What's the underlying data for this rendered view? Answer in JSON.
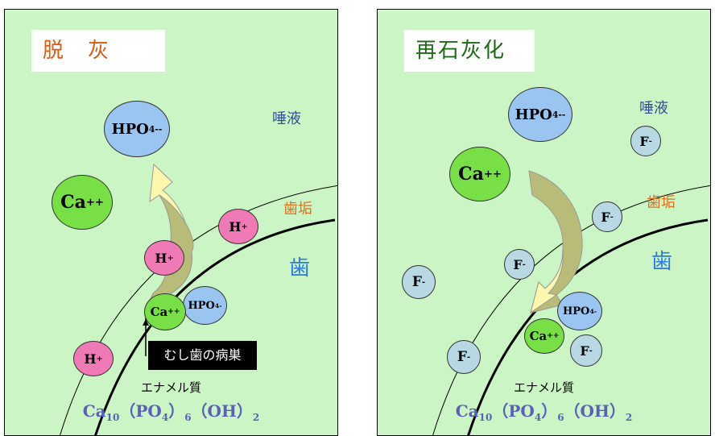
{
  "left": {
    "title": "脱　灰",
    "labels": {
      "saliva": "唾液",
      "plaque": "歯垢",
      "tooth": "歯"
    },
    "cavity_label": "むし歯の病巣",
    "enamel_label": "エナメル質"
  },
  "right": {
    "title": "再石灰化",
    "labels": {
      "saliva": "唾液",
      "plaque": "歯垢",
      "tooth": "歯"
    },
    "enamel_label": "エナメル質"
  },
  "ions": {
    "ca": "Ca",
    "ca_charge": "++",
    "hpo": "HPO",
    "hpo_sub": "4",
    "hpo_charge": "--",
    "hpo_small_charge": "-",
    "h": "H",
    "h_charge": "+",
    "f": "F",
    "f_charge": "-"
  },
  "formula": {
    "ca": "Ca",
    "ca_sub": "10",
    "po": "（PO",
    "po_sub": "4",
    "po_close": "）",
    "po_count": "6",
    "oh": "（OH）",
    "oh_sub": "2"
  },
  "colors": {
    "panel_bg": "#ccf5c5",
    "ca_ion": "#78e046",
    "hpo_ion": "#99c5f0",
    "h_ion": "#f07ab5",
    "f_ion": "#b8d8e4",
    "arrow_light": "#fbf8ad",
    "arrow_dark": "#b9bb78",
    "left_title": "#e05a12",
    "right_title": "#1f6a1a",
    "plaque_text": "#e0701a",
    "tooth_text": "#2a79e0",
    "saliva_text": "#2e4c9a",
    "formula_text": "#5a60b8"
  }
}
